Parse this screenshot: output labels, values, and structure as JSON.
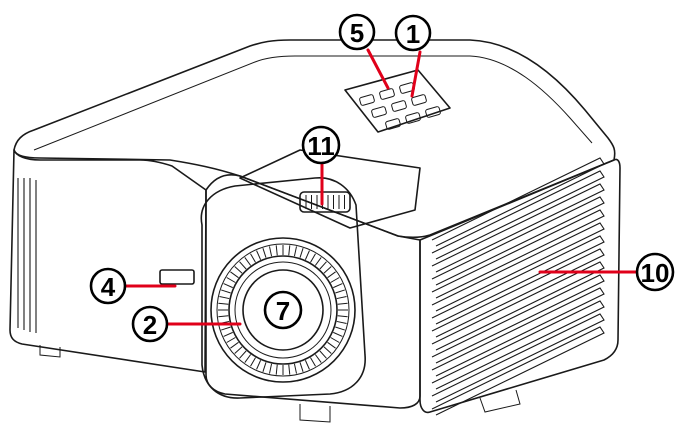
{
  "callouts": [
    {
      "id": "1",
      "label": "1",
      "part": "keypad"
    },
    {
      "id": "5",
      "label": "5",
      "part": "power-button"
    },
    {
      "id": "11",
      "label": "11",
      "part": "lens-shift-dial"
    },
    {
      "id": "4",
      "label": "4",
      "part": "ir-receiver"
    },
    {
      "id": "2",
      "label": "2",
      "part": "focus-ring"
    },
    {
      "id": "7",
      "label": "7",
      "part": "projection-lens"
    },
    {
      "id": "10",
      "label": "10",
      "part": "ventilation-grille"
    }
  ],
  "colors": {
    "leader": "#e0001a",
    "outline": "#1a1a1a",
    "callout_border": "#000000",
    "background": "#ffffff"
  }
}
